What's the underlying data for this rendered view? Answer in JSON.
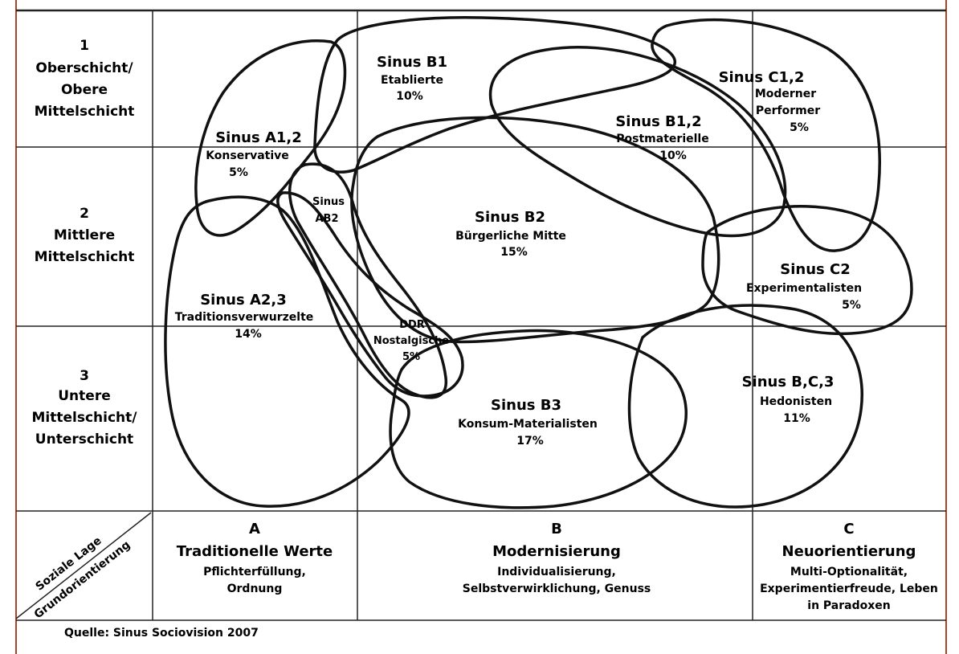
{
  "colors": {
    "frame": "#a8452b",
    "ink": "#111111"
  },
  "rows": [
    {
      "num": "1",
      "lines": [
        "Oberschicht/",
        "Obere",
        "Mittelschicht"
      ]
    },
    {
      "num": "2",
      "lines": [
        "Mittlere",
        "Mittelschicht"
      ]
    },
    {
      "num": "3",
      "lines": [
        "Untere",
        "Mittelschicht/",
        "Unterschicht"
      ]
    }
  ],
  "columns": [
    {
      "letter": "A",
      "title": "Traditionelle Werte",
      "lines": [
        "Pflichterfüllung,",
        "Ordnung"
      ]
    },
    {
      "letter": "B",
      "title": "Modernisierung",
      "lines": [
        "Individualisierung,",
        "Selbstverwirklichung, Genuss"
      ]
    },
    {
      "letter": "C",
      "title": "Neuorientierung",
      "lines": [
        "Multi-Optionalität,",
        "Experimentierfreude, Leben",
        "in Paradoxen"
      ]
    }
  ],
  "corner": {
    "top": "Soziale Lage",
    "bottom": "Grundorientierung"
  },
  "milieus": [
    {
      "id": "b1",
      "title": "Sinus B1",
      "name": "Etablierte",
      "pct": "10%"
    },
    {
      "id": "c12",
      "title": "Sinus C1,2",
      "name": [
        "Moderner",
        "Performer"
      ],
      "pct": "5%"
    },
    {
      "id": "b12",
      "title": "Sinus B1,2",
      "name": "Postmaterielle",
      "pct": "10%"
    },
    {
      "id": "a12",
      "title": "Sinus A1,2",
      "name": "Konservative",
      "pct": "5%"
    },
    {
      "id": "ab2",
      "title": "Sinus",
      "name": "AB2",
      "pct": ""
    },
    {
      "id": "b2",
      "title": "Sinus B2",
      "name": "Bürgerliche Mitte",
      "pct": "15%"
    },
    {
      "id": "c2",
      "title": "Sinus C2",
      "name": "Experimentalisten",
      "pct": "5%"
    },
    {
      "id": "a23",
      "title": "Sinus A2,3",
      "name": "Traditionsverwurzelte",
      "pct": "14%"
    },
    {
      "id": "ddr",
      "title": "DDR",
      "name": "Nostalgische",
      "pct": "5%"
    },
    {
      "id": "b3",
      "title": "Sinus B3",
      "name": "Konsum-Materialisten",
      "pct": "17%"
    },
    {
      "id": "bc3",
      "title": "Sinus B,C,3",
      "name": "Hedonisten",
      "pct": "11%"
    }
  ],
  "source": "Quelle: Sinus Sociovision 2007"
}
